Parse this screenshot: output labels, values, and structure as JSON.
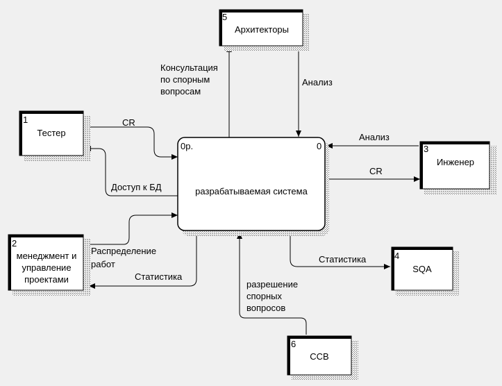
{
  "diagram": {
    "entities": [
      {
        "id": "tester",
        "number": "1",
        "label": [
          "Тестер"
        ]
      },
      {
        "id": "management",
        "number": "2",
        "label": [
          "менеджмент и",
          "управление",
          "проектами"
        ]
      },
      {
        "id": "engineer",
        "number": "3",
        "label": [
          "Инженер"
        ]
      },
      {
        "id": "sqa",
        "number": "4",
        "label": [
          "SQA"
        ]
      },
      {
        "id": "architects",
        "number": "5",
        "label": [
          "Архитекторы"
        ]
      },
      {
        "id": "ccb",
        "number": "6",
        "label": [
          "CCB"
        ]
      }
    ],
    "process": {
      "id_label": "0р.",
      "number": "0",
      "label": "разрабатываемая система"
    },
    "flows": [
      {
        "id": "tester-to-system",
        "from": "tester",
        "to": "process",
        "label": [
          "CR"
        ]
      },
      {
        "id": "system-to-tester",
        "from": "process",
        "to": "tester",
        "label": [
          "Доступ к БД"
        ]
      },
      {
        "id": "management-to-system",
        "from": "management",
        "to": "process",
        "label": [
          "Распределение",
          "работ"
        ]
      },
      {
        "id": "system-to-management",
        "from": "process",
        "to": "management",
        "label": [
          "Статистика"
        ]
      },
      {
        "id": "system-to-architects",
        "from": "process",
        "to": "architects",
        "label": [
          "Консультация",
          "по спорным",
          "вопросам"
        ]
      },
      {
        "id": "architects-to-system",
        "from": "architects",
        "to": "process",
        "label": [
          "Анализ"
        ]
      },
      {
        "id": "engineer-to-system",
        "from": "engineer",
        "to": "process",
        "label": [
          "Анализ"
        ]
      },
      {
        "id": "system-to-engineer",
        "from": "process",
        "to": "engineer",
        "label": [
          "CR"
        ]
      },
      {
        "id": "system-to-sqa",
        "from": "process",
        "to": "sqa",
        "label": [
          "Статистика"
        ]
      },
      {
        "id": "ccb-to-system",
        "from": "ccb",
        "to": "process",
        "label": [
          "разрешение",
          "спорных",
          "вопросов"
        ]
      }
    ]
  }
}
